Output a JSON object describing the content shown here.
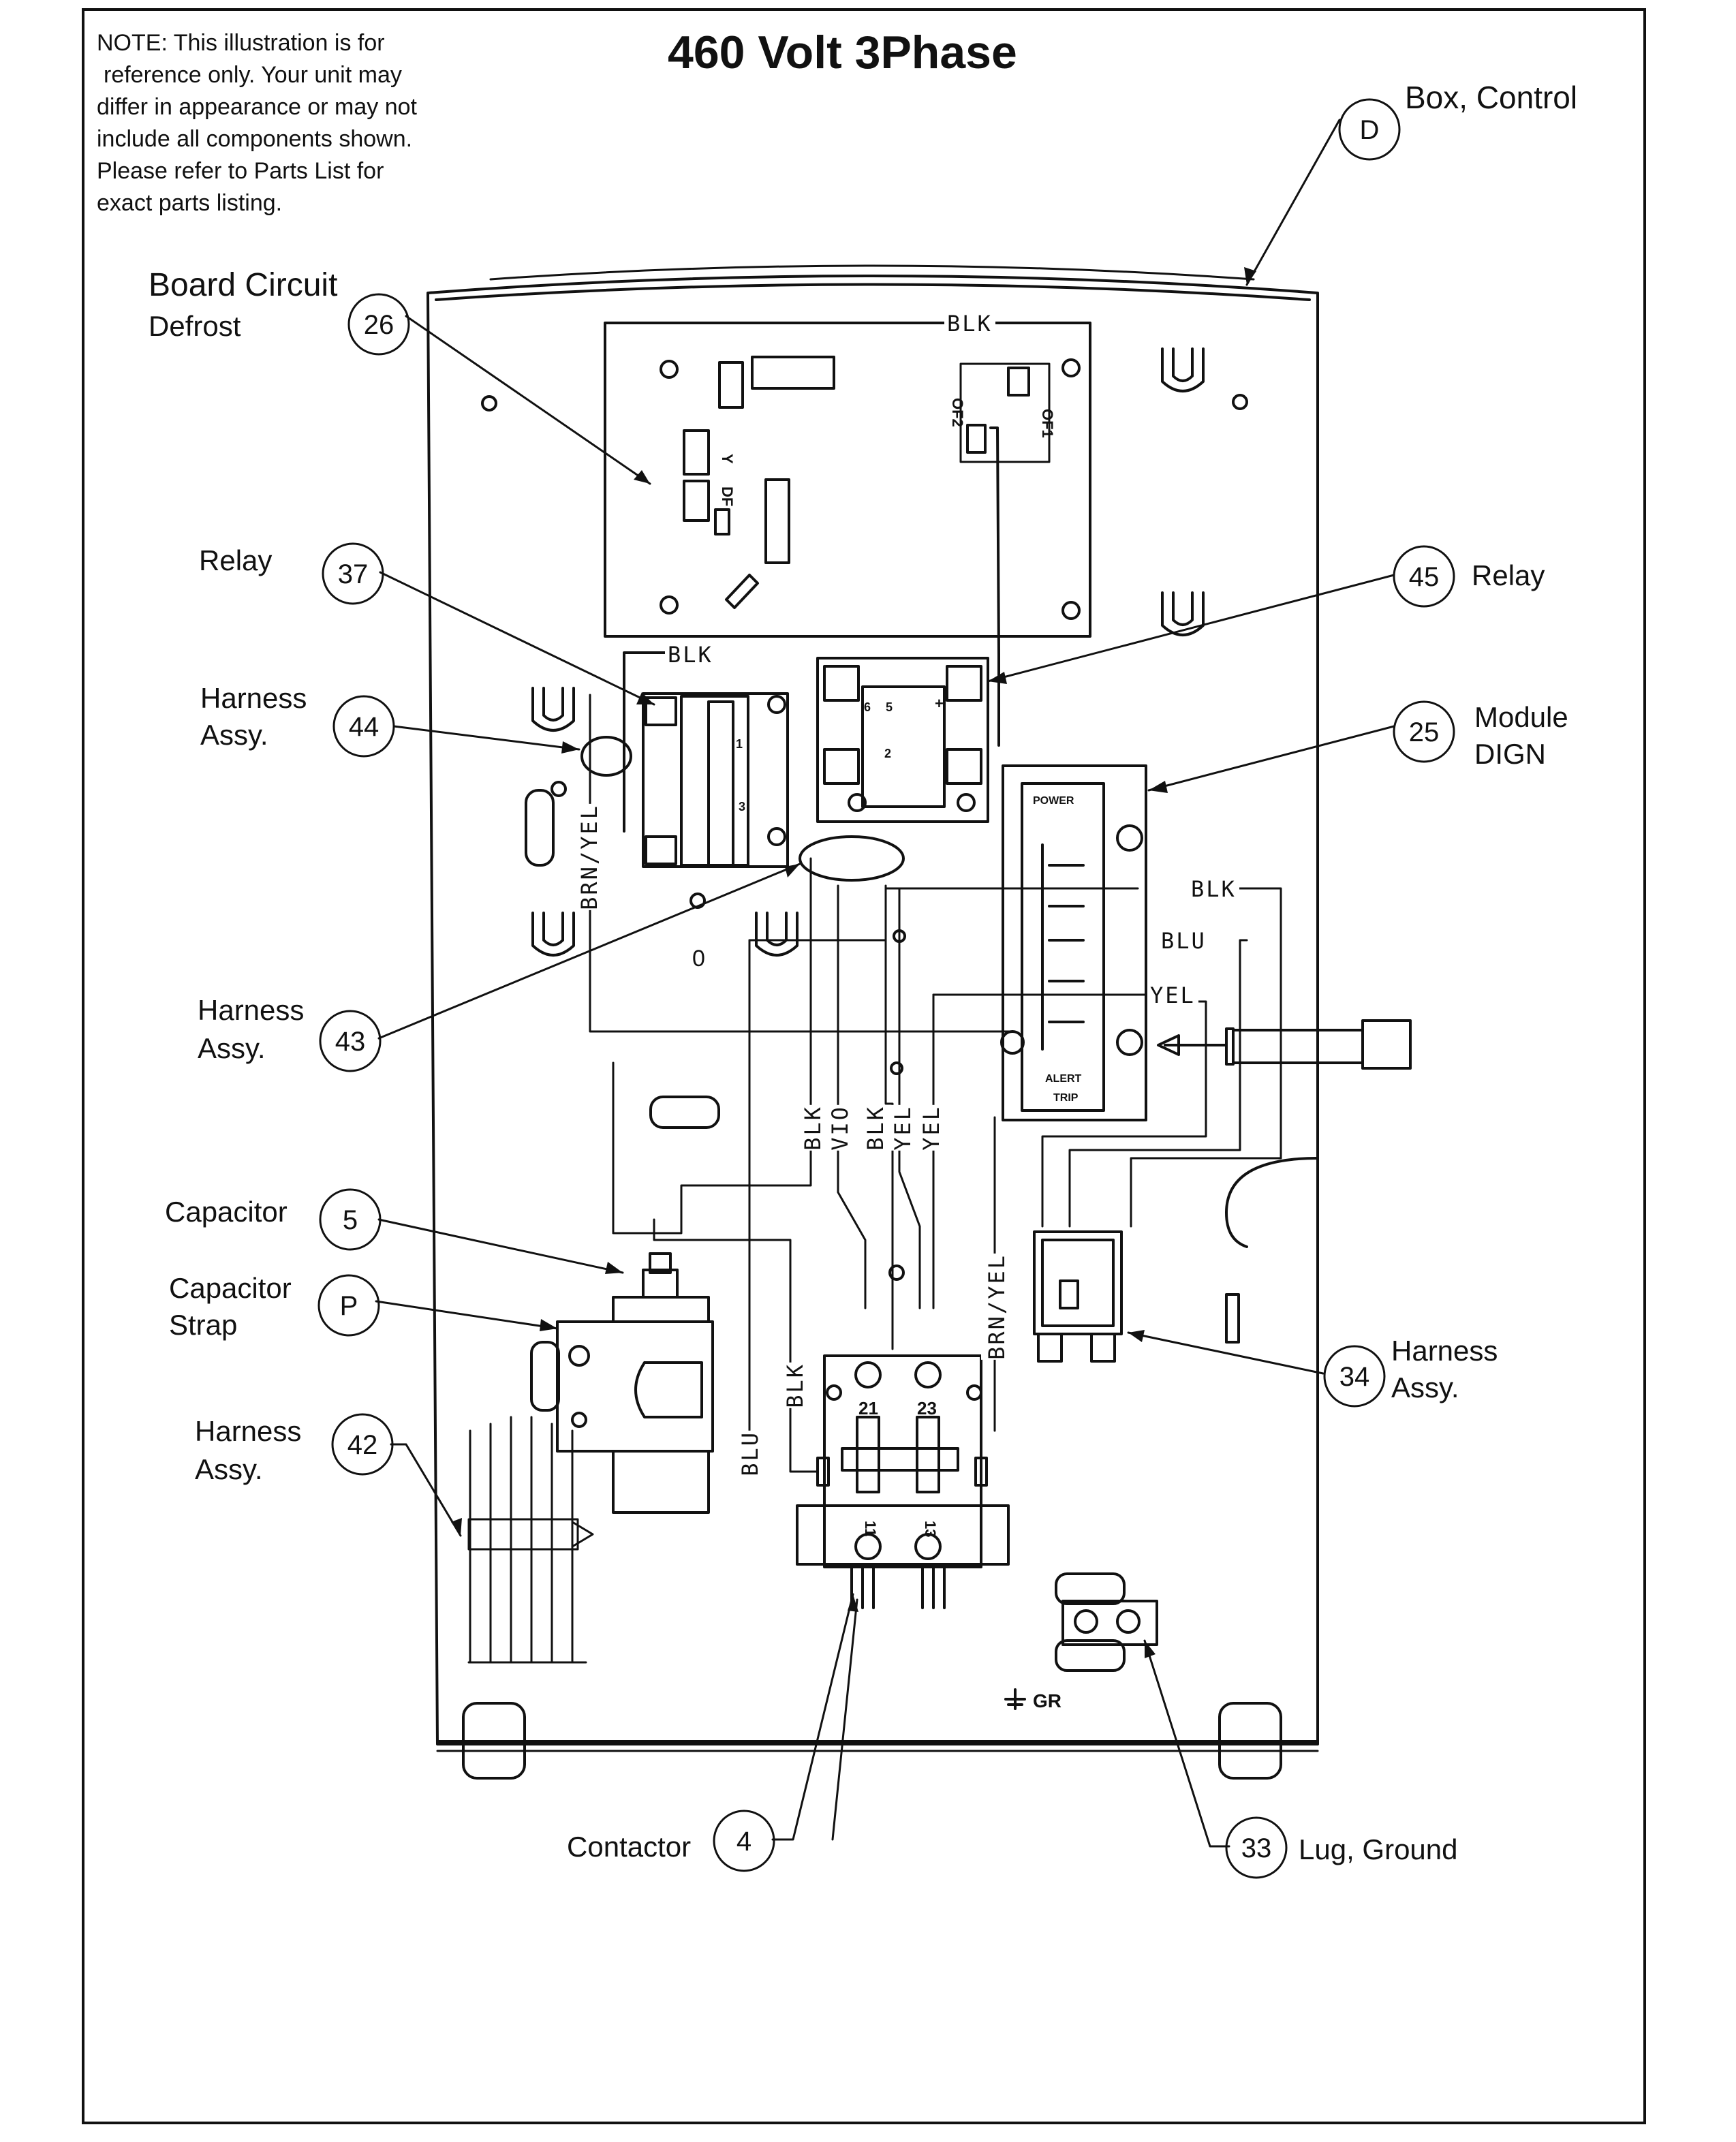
{
  "note": {
    "lines": [
      "NOTE: This illustration is for",
      "reference only.  Your unit may",
      "differ in appearance or may not",
      "include all components shown.",
      "Please refer to Parts List for",
      "exact parts listing."
    ]
  },
  "title": "460 Volt 3Phase",
  "callouts": {
    "box_control": {
      "id": "D",
      "label": "Box, Control"
    },
    "board_circuit": {
      "id": "26",
      "label_1": "Board Circuit",
      "label_2": "Defrost"
    },
    "relay_37": {
      "id": "37",
      "label": "Relay"
    },
    "relay_45": {
      "id": "45",
      "label": "Relay"
    },
    "harness_44": {
      "id": "44",
      "label_1": "Harness",
      "label_2": "Assy."
    },
    "module_25": {
      "id": "25",
      "label_1": "Module",
      "label_2": "DIGN"
    },
    "harness_43": {
      "id": "43",
      "label_1": "Harness",
      "label_2": "Assy."
    },
    "capacitor_5": {
      "id": "5",
      "label": "Capacitor"
    },
    "capacitor_strap": {
      "id": "P",
      "label_1": "Capacitor",
      "label_2": "Strap"
    },
    "harness_34": {
      "id": "34",
      "label_1": "Harness",
      "label_2": "Assy."
    },
    "harness_42": {
      "id": "42",
      "label_1": "Harness",
      "label_2": "Assy."
    },
    "contactor_4": {
      "id": "4",
      "label": "Contactor"
    },
    "lug_33": {
      "id": "33",
      "label": "Lug, Ground"
    }
  },
  "wire_labels": {
    "blk_top": "BLK",
    "blk_relay": "BLK",
    "brn_yel_left": "BRN/YEL",
    "blk_module": "BLK",
    "blu_module": "BLU",
    "yel_module": "YEL",
    "bundle": [
      "BLK",
      "VIO",
      "BLK",
      "YEL",
      "YEL"
    ],
    "brn_yel_right": "BRN/YEL",
    "blk_contactor": "BLK",
    "blu_contactor": "BLU"
  },
  "component_text": {
    "of1": "OF1",
    "of2": "OF2",
    "y": "Y",
    "df": "DF",
    "power": "POWER",
    "alert": "ALERT",
    "trip": "TRIP",
    "term_21": "21",
    "term_23": "23",
    "term_11": "11",
    "term_13": "13",
    "ground_gr": "GR",
    "relay_pin_5": "5",
    "relay_pin_2": "2",
    "relay_pin_1": "1",
    "relay_pin_3": "3",
    "relay_pin_6": "6",
    "relay_pin_plus": "+",
    "zero_mark": "0"
  }
}
